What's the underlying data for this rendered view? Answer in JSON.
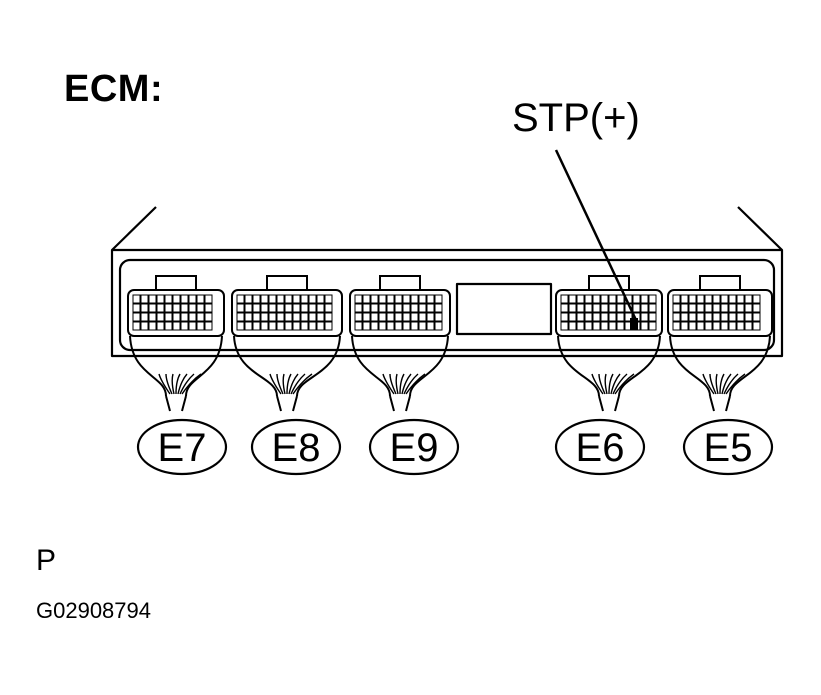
{
  "title": "ECM:",
  "pin_callout": "STP(+)",
  "page_letter": "P",
  "figure_code": "G02908794",
  "connectors": [
    {
      "id": "E7",
      "label": "E7"
    },
    {
      "id": "E8",
      "label": "E8"
    },
    {
      "id": "E9",
      "label": "E9"
    },
    {
      "id": "E6",
      "label": "E6"
    },
    {
      "id": "E5",
      "label": "E5"
    }
  ]
}
